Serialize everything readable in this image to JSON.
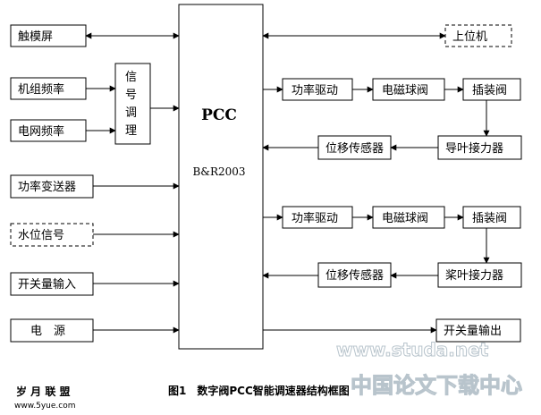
{
  "center": {
    "title": "PCC",
    "model": "B&R2003"
  },
  "left": {
    "touchscreen": "触模屏",
    "unit_freq": "机组频率",
    "grid_freq": "电网频率",
    "signal_cond": [
      "信",
      "号",
      "调",
      "理"
    ],
    "power_transmitter": "功率变送器",
    "water_level": "水位信号",
    "switch_input": "开关量输入",
    "power_supply": "电　源"
  },
  "right": {
    "host": "上位机",
    "top": {
      "power_drive": "功率驱动",
      "solenoid": "电磁球阀",
      "cartridge": "插装阀",
      "servo": "导叶接力器",
      "sensor": "位移传感器"
    },
    "bottom": {
      "power_drive": "功率驱动",
      "solenoid": "电磁球阀",
      "cartridge": "插装阀",
      "servo": "桨叶接力器",
      "sensor": "位移传感器"
    },
    "switch_output": "开关量输出"
  },
  "caption": "图1　数字阀PCC智能调速器结构框图",
  "watermark": {
    "url": "www.studa.net",
    "cn": "中国论文下载中心",
    "left_logo": "岁 月 联 盟",
    "left_url": "www.5yue.com"
  }
}
